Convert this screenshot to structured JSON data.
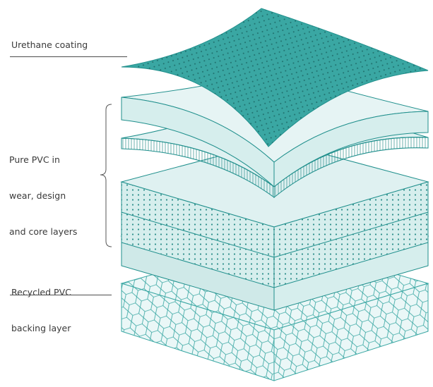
{
  "labels": {
    "urethane": "Urethane coating",
    "pure_pvc": [
      "Pure PVC in",
      "wear, design",
      "and core layers"
    ],
    "recycled": [
      "Recycled PVC",
      "backing layer"
    ]
  },
  "colors": {
    "teal_dark": "#3aa7a3",
    "teal_light": "#dff1f1",
    "teal_mid": "#cfe9e8",
    "edge": "#1f8f8c",
    "hex_bg": "#eaf7f7",
    "text": "#3a3a3a"
  }
}
